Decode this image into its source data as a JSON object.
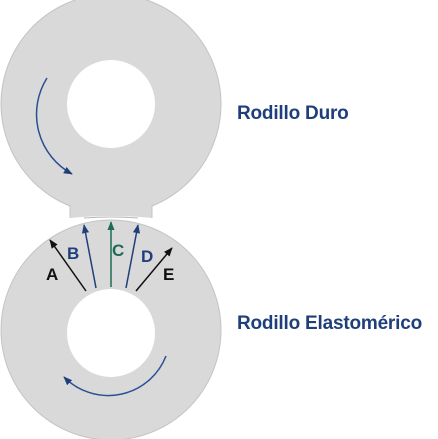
{
  "labels": {
    "hard_roller": "Rodillo Duro",
    "elastomeric_roller": "Rodillo Elastomérico",
    "arrow_a": "A",
    "arrow_b": "B",
    "arrow_c": "C",
    "arrow_d": "D",
    "arrow_e": "E"
  },
  "colors": {
    "roller_fill": "#d9d9d9",
    "roller_stroke": "#bfbfbf",
    "hole_fill": "#ffffff",
    "navy": "#1f3f7a",
    "green": "#1f6b57",
    "black": "#111111",
    "rotation_arrow": "#2a4f93"
  },
  "icons": {
    "hard_rotation": "clockwise-arrow",
    "elastomeric_rotation": "counterclockwise-arrow"
  }
}
